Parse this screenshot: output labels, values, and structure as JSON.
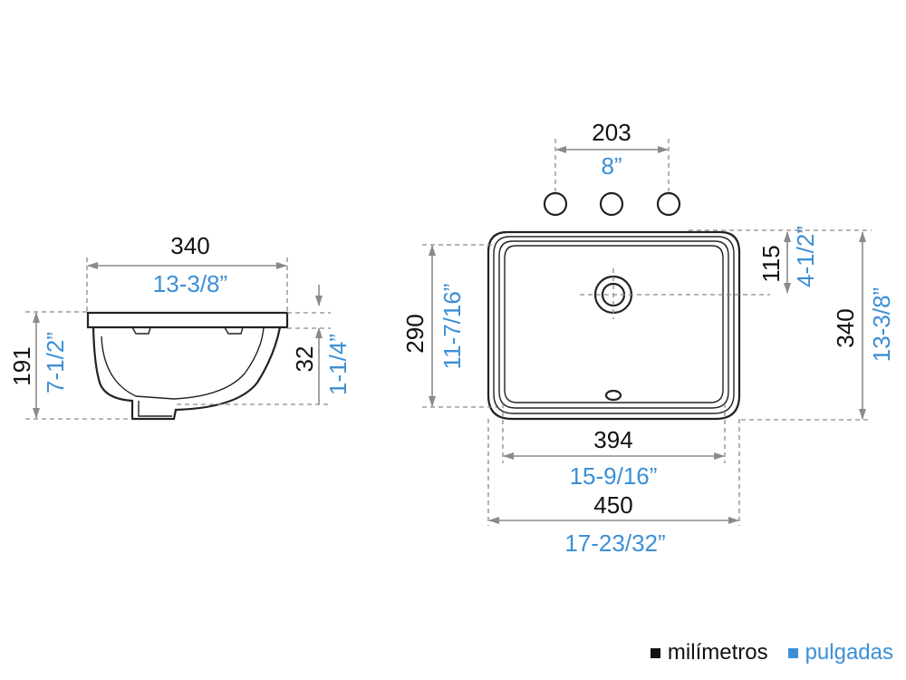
{
  "side_view": {
    "width_mm": "340",
    "width_in": "13-3/8”",
    "height_mm": "191",
    "height_in": "7-1/2”",
    "rim_mm": "32",
    "rim_in": "1-1/4”"
  },
  "top_view": {
    "faucet_spacing_mm": "203",
    "faucet_spacing_in": "8”",
    "drain_offset_mm": "115",
    "drain_offset_in": "4-1/2”",
    "inner_depth_mm": "290",
    "inner_depth_in": "11-7/16”",
    "outer_depth_mm": "340",
    "outer_depth_in": "13-3/8”",
    "inner_width_mm": "394",
    "inner_width_in": "15-9/16”",
    "outer_width_mm": "450",
    "outer_width_in": "17-23/32”"
  },
  "legend": {
    "mm_label": "milímetros",
    "in_label": "pulgadas"
  },
  "colors": {
    "mm": "#111111",
    "inch": "#3b8fd6",
    "dimension_line": "#8a8a8a"
  }
}
